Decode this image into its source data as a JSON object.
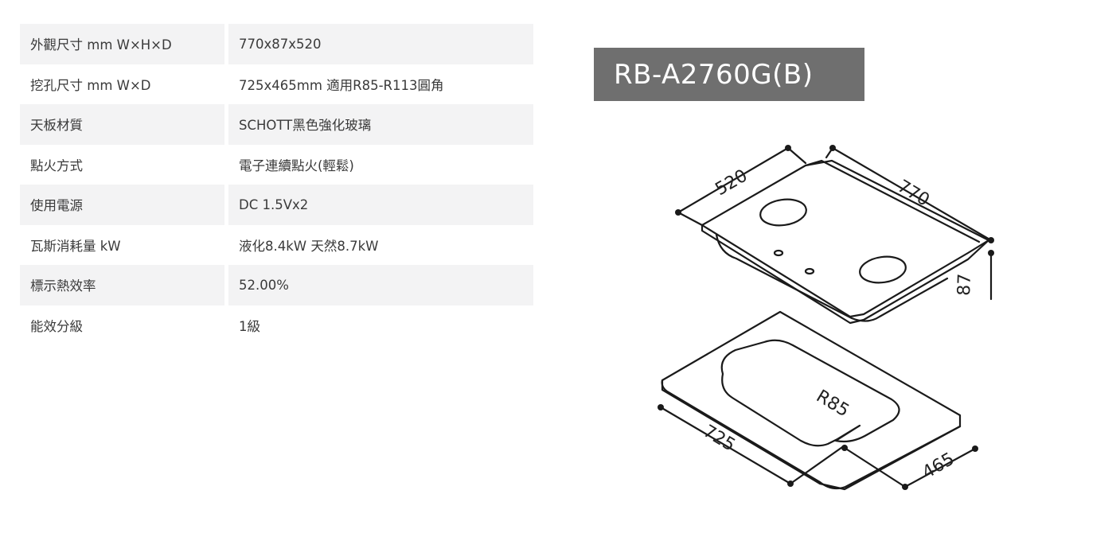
{
  "specs": [
    {
      "label": "外觀尺寸 mm W×H×D",
      "value": "770x87x520"
    },
    {
      "label": "挖孔尺寸 mm W×D",
      "value": "725x465mm 適用R85-R113圓角"
    },
    {
      "label": "天板材質",
      "value": "SCHOTT黑色強化玻璃"
    },
    {
      "label": "點火方式",
      "value": "電子連續點火(輕鬆)"
    },
    {
      "label": "使用電源",
      "value": "DC 1.5Vx2"
    },
    {
      "label": "瓦斯消耗量 kW",
      "value": "液化8.4kW 天然8.7kW"
    },
    {
      "label": "標示熱效率",
      "value": "52.00%"
    },
    {
      "label": "能效分級",
      "value": "1級"
    }
  ],
  "model": "RB-A2760G(B)",
  "diagram": {
    "depth": "520",
    "width": "770",
    "height": "87",
    "cutout_width": "725",
    "cutout_depth": "465",
    "corner_radius": "R85"
  }
}
